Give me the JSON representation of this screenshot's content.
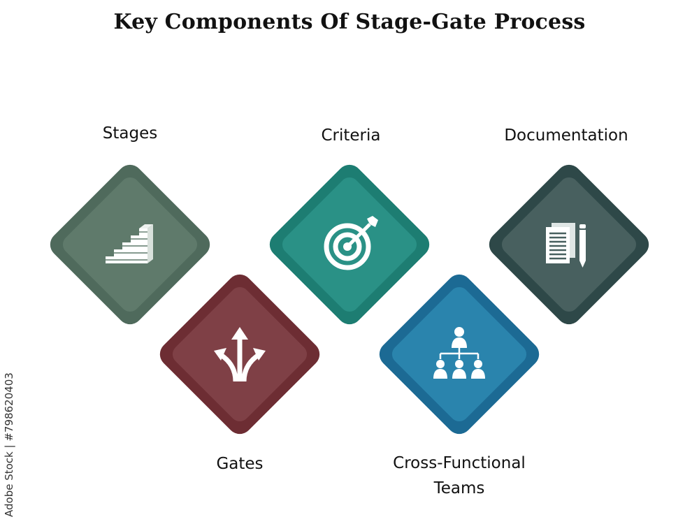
{
  "title": "Key Components Of Stage-Gate Process",
  "components": [
    {
      "label": "Stages",
      "icon": "stairs-icon",
      "outer_color": "#4f6a5c",
      "inner_color": "#5f7a6b"
    },
    {
      "label": "Criteria",
      "icon": "target-icon",
      "outer_color": "#1d7d72",
      "inner_color": "#2a9186"
    },
    {
      "label": "Documentation",
      "icon": "document-pencil-icon",
      "outer_color": "#2e4848",
      "inner_color": "#48605f"
    },
    {
      "label": "Gates",
      "icon": "diverging-arrows-icon",
      "outer_color": "#6d2d33",
      "inner_color": "#7f4046"
    },
    {
      "label": "Cross-Functional Teams",
      "icon": "org-chart-icon",
      "outer_color": "#1c6a94",
      "inner_color": "#2a84ad"
    }
  ],
  "watermark_id": "Adobe Stock | #798620403"
}
